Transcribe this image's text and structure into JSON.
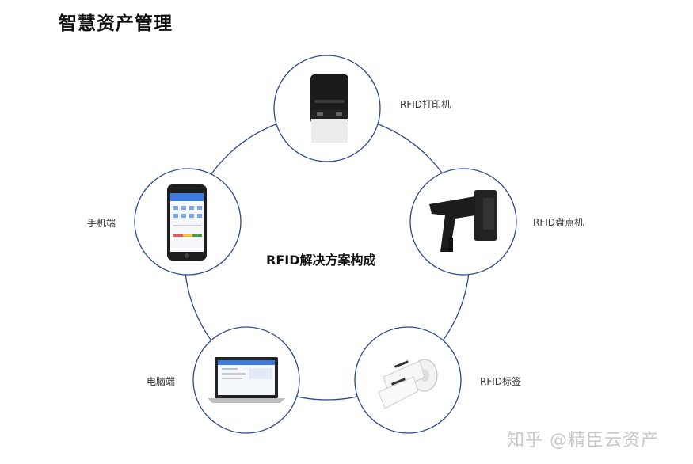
{
  "page": {
    "title": "智慧资产管理"
  },
  "diagram": {
    "center_label": "RFID解决方案构成",
    "nodes": [
      {
        "id": "printer",
        "label": "RFID打印机",
        "icon": "rfid-printer-icon"
      },
      {
        "id": "scanner",
        "label": "RFID盘点机",
        "icon": "rfid-scanner-gun-icon"
      },
      {
        "id": "tag",
        "label": "RFID标签",
        "icon": "rfid-label-roll-icon"
      },
      {
        "id": "pc",
        "label": "电脑端",
        "icon": "laptop-icon"
      },
      {
        "id": "mobile",
        "label": "手机端",
        "icon": "smartphone-icon"
      }
    ],
    "colors": {
      "ring": "#2d4a8a",
      "circle_border": "#2d4a8a"
    }
  },
  "watermark": "知乎 @精臣云资产"
}
